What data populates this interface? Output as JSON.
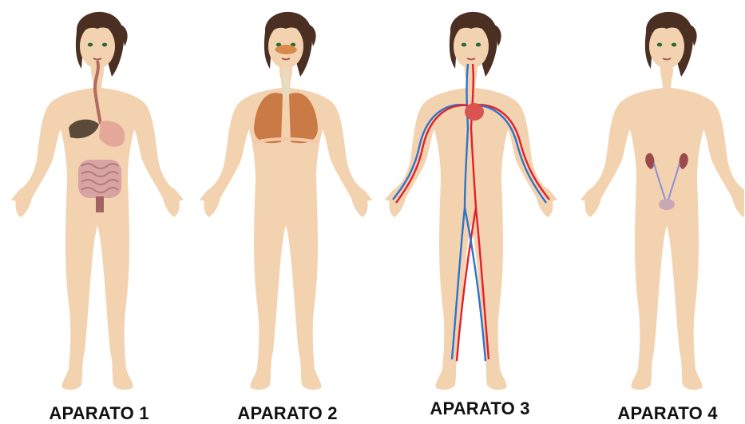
{
  "colors": {
    "skin": "#f3d2b0",
    "hair": "#4a2f22",
    "eye": "#2a6b3a",
    "artery": "#e0212b",
    "vein": "#2f74c9",
    "lung": "#c97a45",
    "liver": "#5a4a3a",
    "intestine": "#d7a3a3",
    "kidney": "#9b4a4a",
    "label": "#111111"
  },
  "figures": [
    {
      "label": "APARATO 1",
      "system_icon": "digestive-system-icon"
    },
    {
      "label": "APARATO 2",
      "system_icon": "respiratory-system-icon"
    },
    {
      "label": "APARATO 3",
      "system_icon": "circulatory-system-icon"
    },
    {
      "label": "APARATO 4",
      "system_icon": "urinary-system-icon"
    }
  ]
}
